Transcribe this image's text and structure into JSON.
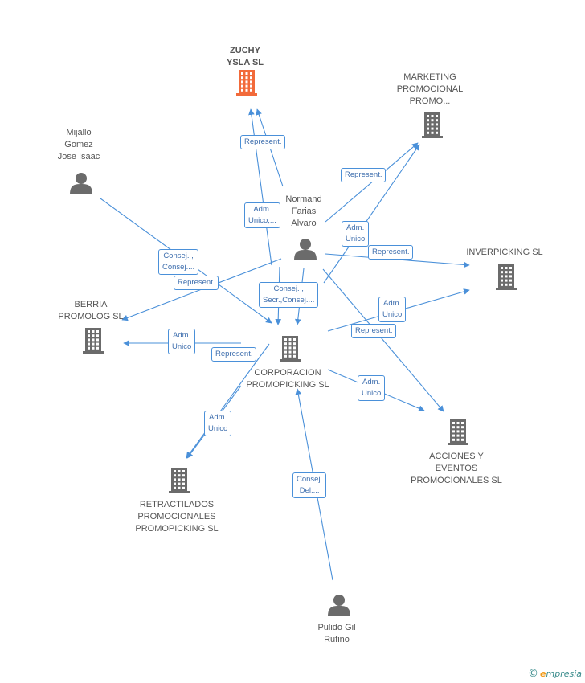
{
  "colors": {
    "edge": "#4a90d9",
    "company": "#6b6b6b",
    "company_highlight": "#f26a3a",
    "person": "#6b6b6b"
  },
  "nodes": [
    {
      "id": "zuchy",
      "kind": "company",
      "highlight": true,
      "label": [
        "ZUCHY",
        "YSLA SL"
      ],
      "icon": "building-icon"
    },
    {
      "id": "marketing",
      "kind": "company",
      "label": [
        "MARKETING",
        "PROMOCIONAL",
        "PROMO..."
      ],
      "icon": "building-icon"
    },
    {
      "id": "mijallo",
      "kind": "person",
      "label": [
        "Mijallo",
        "Gomez",
        "Jose Isaac"
      ],
      "icon": "person-icon"
    },
    {
      "id": "normand",
      "kind": "person",
      "label": [
        "Normand",
        "Farias",
        "Alvaro"
      ],
      "icon": "person-icon"
    },
    {
      "id": "inverpicking",
      "kind": "company",
      "label": [
        "INVERPICKING SL"
      ],
      "icon": "building-icon"
    },
    {
      "id": "berria",
      "kind": "company",
      "label": [
        "BERRIA",
        "PROMOLOG SL"
      ],
      "icon": "building-icon"
    },
    {
      "id": "corporacion",
      "kind": "company",
      "label": [
        "CORPORACION",
        "PROMOPICKING SL"
      ],
      "icon": "building-icon"
    },
    {
      "id": "acciones",
      "kind": "company",
      "label": [
        "ACCIONES Y",
        "EVENTOS",
        "PROMOCIONALES SL"
      ],
      "icon": "building-icon"
    },
    {
      "id": "retractilados",
      "kind": "company",
      "label": [
        "RETRACTILADOS",
        "PROMOCIONALES",
        "PROMOPICKING SL"
      ],
      "icon": "building-icon"
    },
    {
      "id": "pulido",
      "kind": "person",
      "label": [
        "Pulido Gil",
        "Rufino"
      ],
      "icon": "person-icon"
    }
  ],
  "edge_labels": [
    {
      "id": "e1",
      "lines": [
        "Represent."
      ]
    },
    {
      "id": "e2",
      "lines": [
        "Represent."
      ]
    },
    {
      "id": "e3",
      "lines": [
        "Adm.",
        "Unico,..."
      ]
    },
    {
      "id": "e4",
      "lines": [
        "Adm.",
        "Unico"
      ]
    },
    {
      "id": "e5",
      "lines": [
        "Represent."
      ]
    },
    {
      "id": "e6",
      "lines": [
        "Consej. ,",
        "Consej...."
      ]
    },
    {
      "id": "e7",
      "lines": [
        "Represent."
      ]
    },
    {
      "id": "e8",
      "lines": [
        "Consej. ,",
        "Secr.,Consej...."
      ]
    },
    {
      "id": "e9",
      "lines": [
        "Adm.",
        "Unico"
      ]
    },
    {
      "id": "e10",
      "lines": [
        "Represent."
      ]
    },
    {
      "id": "e11",
      "lines": [
        "Adm.",
        "Unico"
      ]
    },
    {
      "id": "e12",
      "lines": [
        "Represent."
      ]
    },
    {
      "id": "e13",
      "lines": [
        "Adm.",
        "Unico"
      ]
    },
    {
      "id": "e14",
      "lines": [
        "Adm.",
        "Unico"
      ]
    },
    {
      "id": "e15",
      "lines": [
        "Consej.",
        "Del...."
      ]
    }
  ],
  "brand": {
    "copyright": "©",
    "e": "e",
    "rest": "mpresia"
  }
}
